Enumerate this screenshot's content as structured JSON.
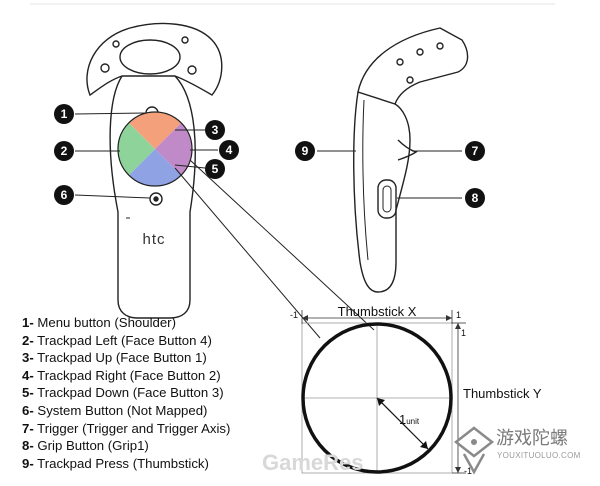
{
  "controller": {
    "brand_label": "htc"
  },
  "callouts": [
    "1",
    "2",
    "3",
    "4",
    "5",
    "6",
    "7",
    "8",
    "9"
  ],
  "thumbstick": {
    "x_label": "Thumbstick X",
    "y_label": "Thumbstick Y",
    "x_min_label": "-1",
    "x_max_label": "1",
    "y_max_label": "1",
    "y_min_label": "-1",
    "radius_label": "1",
    "radius_unit": "unit"
  },
  "legend": [
    {
      "num": "1-",
      "text": "Menu button (Shoulder)"
    },
    {
      "num": "2-",
      "text": "Trackpad Left (Face Button 4)"
    },
    {
      "num": "3-",
      "text": "Trackpad Up (Face Button 1)"
    },
    {
      "num": "4-",
      "text": "Trackpad Right (Face Button 2)"
    },
    {
      "num": "5-",
      "text": "Trackpad Down (Face Button 3)"
    },
    {
      "num": "6-",
      "text": "System Button (Not Mapped)"
    },
    {
      "num": "7-",
      "text": "Trigger (Trigger and Trigger Axis)"
    },
    {
      "num": "8-",
      "text": "Grip Button (Grip1)"
    },
    {
      "num": "9-",
      "text": "Trackpad Press (Thumbstick)"
    }
  ],
  "watermark": {
    "site": "GameRes",
    "cn_name": "游戏陀螺",
    "url": "YOUXITUOLUO.COM"
  },
  "colors": {
    "trackpad_up": "#f4a07a",
    "trackpad_right": "#c08ac8",
    "trackpad_down": "#8ea2e4",
    "trackpad_left": "#8ed49a",
    "callout_fill": "#111111"
  }
}
